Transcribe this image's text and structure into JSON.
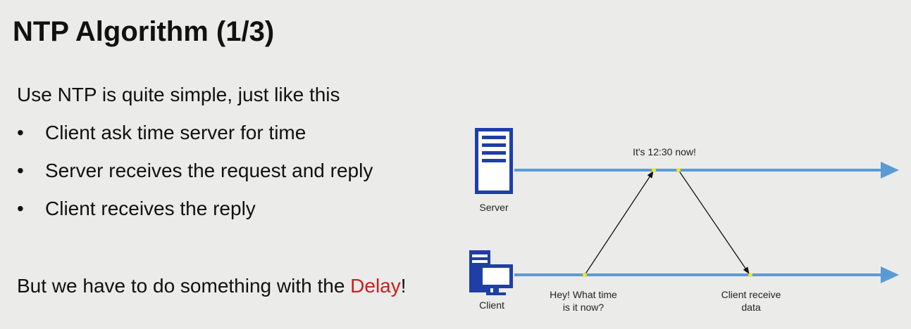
{
  "slide": {
    "title": "NTP Algorithm (1/3)",
    "intro": "Use NTP is quite simple, just like this",
    "bullet_symbol": "•",
    "bullets": [
      "Client ask time server for time",
      "Server receives the request and reply",
      "Client receives the reply"
    ],
    "outro_before": "But we have to do something with the ",
    "outro_highlight": "Delay",
    "outro_after": "!"
  },
  "diagram": {
    "server_label": "Server",
    "client_label": "Client",
    "reply_message": "It's 12:30 now!",
    "request_message_line1": "Hey! What time",
    "request_message_line2": "is it now?",
    "receive_message_line1": "Client receive",
    "receive_message_line2": "data",
    "icons": [
      "server-icon",
      "client-computer-icon"
    ]
  },
  "colors": {
    "background": "#ebebea",
    "timeline": "#5b9bd5",
    "icon_blue": "#1f3ea6",
    "highlight": "#c8201e",
    "event_dot": "#f2e52a",
    "arrow": "#111111"
  }
}
